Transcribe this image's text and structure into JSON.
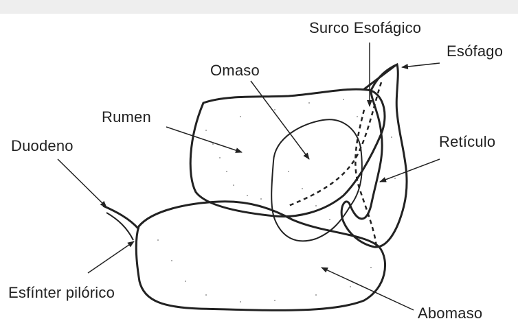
{
  "labels": {
    "surco": "Surco Esofágico",
    "esofago": "Esófago",
    "omaso": "Omaso",
    "rumen": "Rumen",
    "duodeno": "Duodeno",
    "reticulo": "Retículo",
    "esfinter": "Esfínter pilórico",
    "abomaso": "Abomaso"
  },
  "colors": {
    "ink": "#222222",
    "background": "#ffffff",
    "topbar": "#eeeeee"
  }
}
